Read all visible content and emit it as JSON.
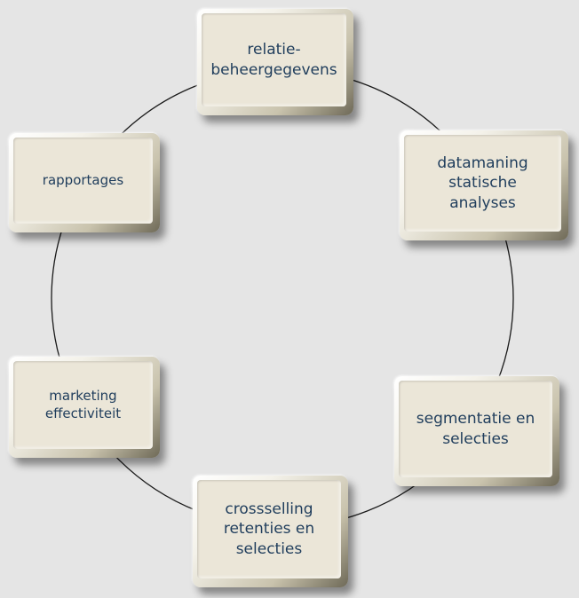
{
  "nodes": [
    {
      "id": "relatie",
      "label_lines": [
        "relatie-",
        "beheergegevens"
      ]
    },
    {
      "id": "datamaning",
      "label_lines": [
        "datamaning",
        "statische",
        "analyses"
      ]
    },
    {
      "id": "segmentatie",
      "label_lines": [
        "segmentatie en",
        "selecties"
      ]
    },
    {
      "id": "crossselling",
      "label_lines": [
        "crossselling",
        "retenties en",
        "selecties"
      ]
    },
    {
      "id": "marketing",
      "label_lines": [
        "marketing",
        "effectiviteit"
      ]
    },
    {
      "id": "rapportages",
      "label_lines": [
        "rapportages"
      ]
    }
  ],
  "colors": {
    "background": "#e5e5e5",
    "box_face": "#ebe6d8",
    "text": "#1f3d5c",
    "ring": "#1a1a1a"
  }
}
